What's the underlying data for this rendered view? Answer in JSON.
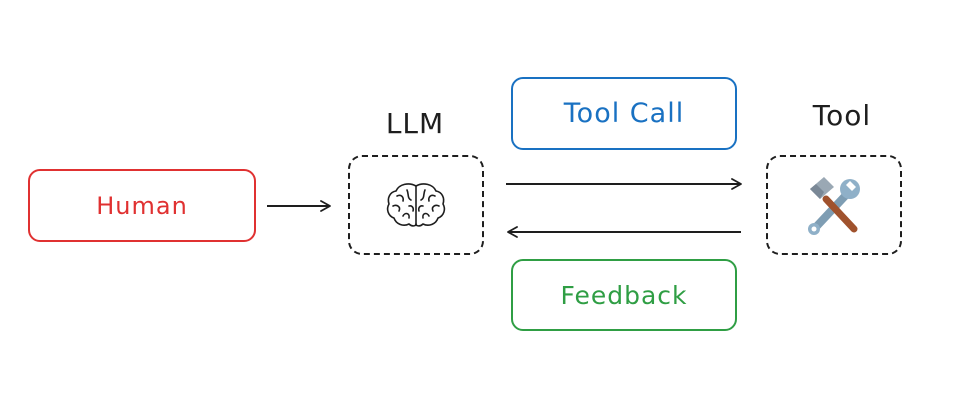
{
  "nodes": {
    "human": {
      "label": "Human",
      "color": "#e03131"
    },
    "llm": {
      "title": "LLM",
      "icon": "brain-icon"
    },
    "tool": {
      "title": "Tool",
      "icon": "hammer-and-wrench-icon"
    },
    "tool_call": {
      "label": "Tool Call",
      "color": "#1971c2"
    },
    "feedback": {
      "label": "Feedback",
      "color": "#2f9e44"
    }
  },
  "edges": [
    {
      "from": "Human",
      "to": "LLM"
    },
    {
      "from": "LLM",
      "to": "Tool"
    },
    {
      "from": "Tool",
      "to": "LLM"
    }
  ],
  "colors": {
    "stroke": "#1e1e1e"
  }
}
